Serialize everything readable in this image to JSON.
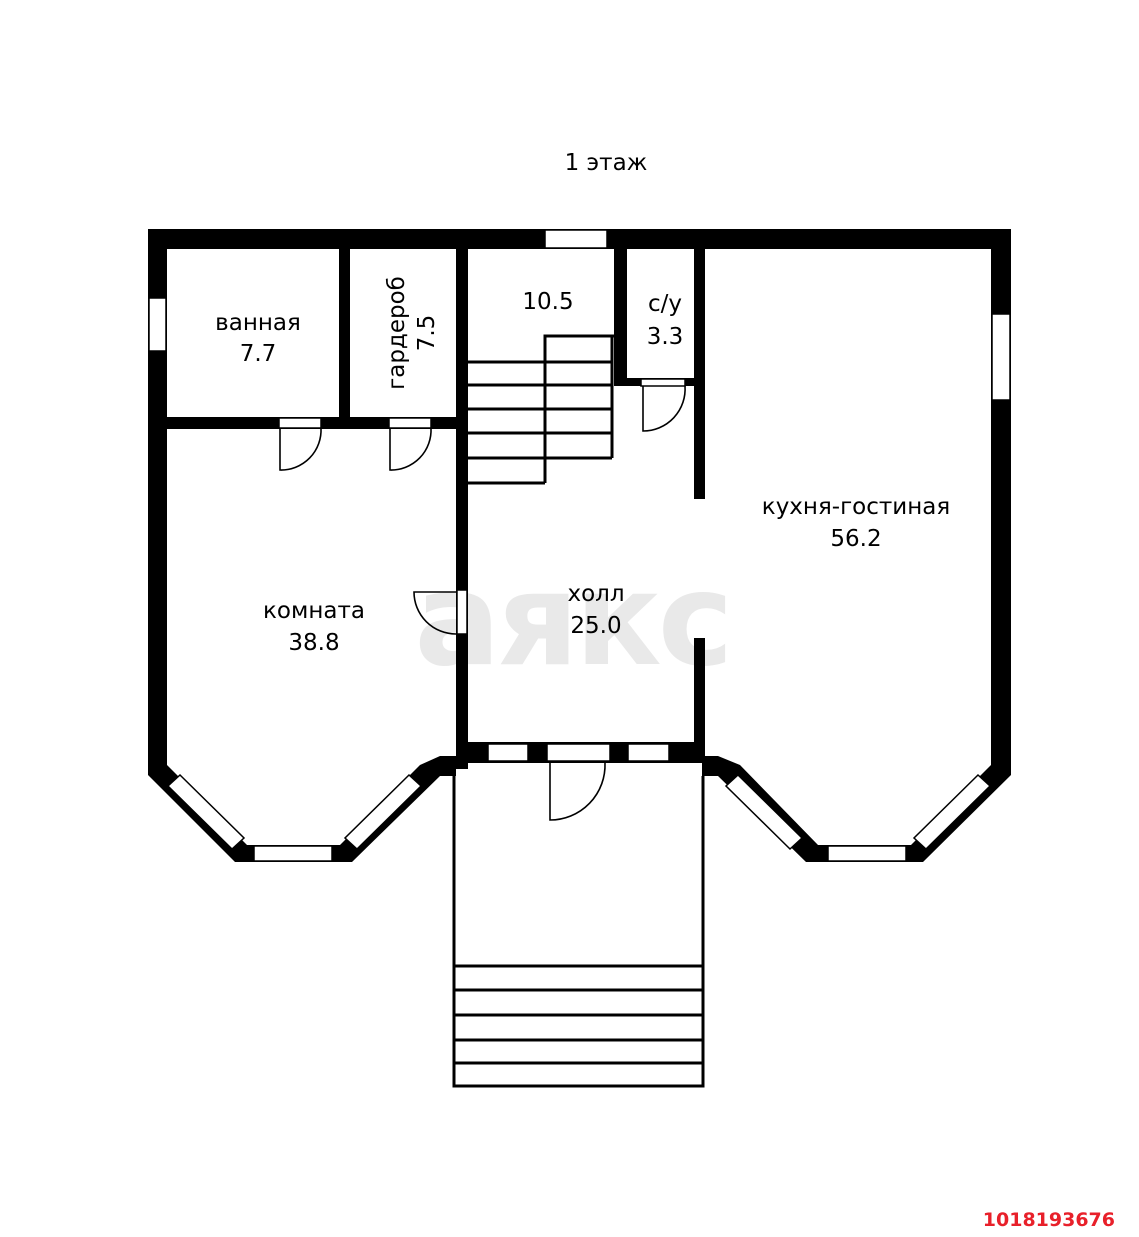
{
  "floor_title": "1 этаж",
  "watermark": "аякс",
  "listing_id": "1018193676",
  "rooms": {
    "bathroom": {
      "name": "ванная",
      "area": "7.7"
    },
    "wardrobe": {
      "name": "гардероб",
      "area": "7.5"
    },
    "stair_room": {
      "area": "10.5"
    },
    "wc": {
      "name": "с/у",
      "area": "3.3"
    },
    "kitchen_living": {
      "name": "кухня-гостиная",
      "area": "56.2"
    },
    "room": {
      "name": "комната",
      "area": "38.8"
    },
    "hall": {
      "name": "холл",
      "area": "25.0"
    }
  },
  "colors": {
    "walls": "#000000",
    "watermark": "#e9e9e9",
    "listing_id": "#e8202a"
  }
}
